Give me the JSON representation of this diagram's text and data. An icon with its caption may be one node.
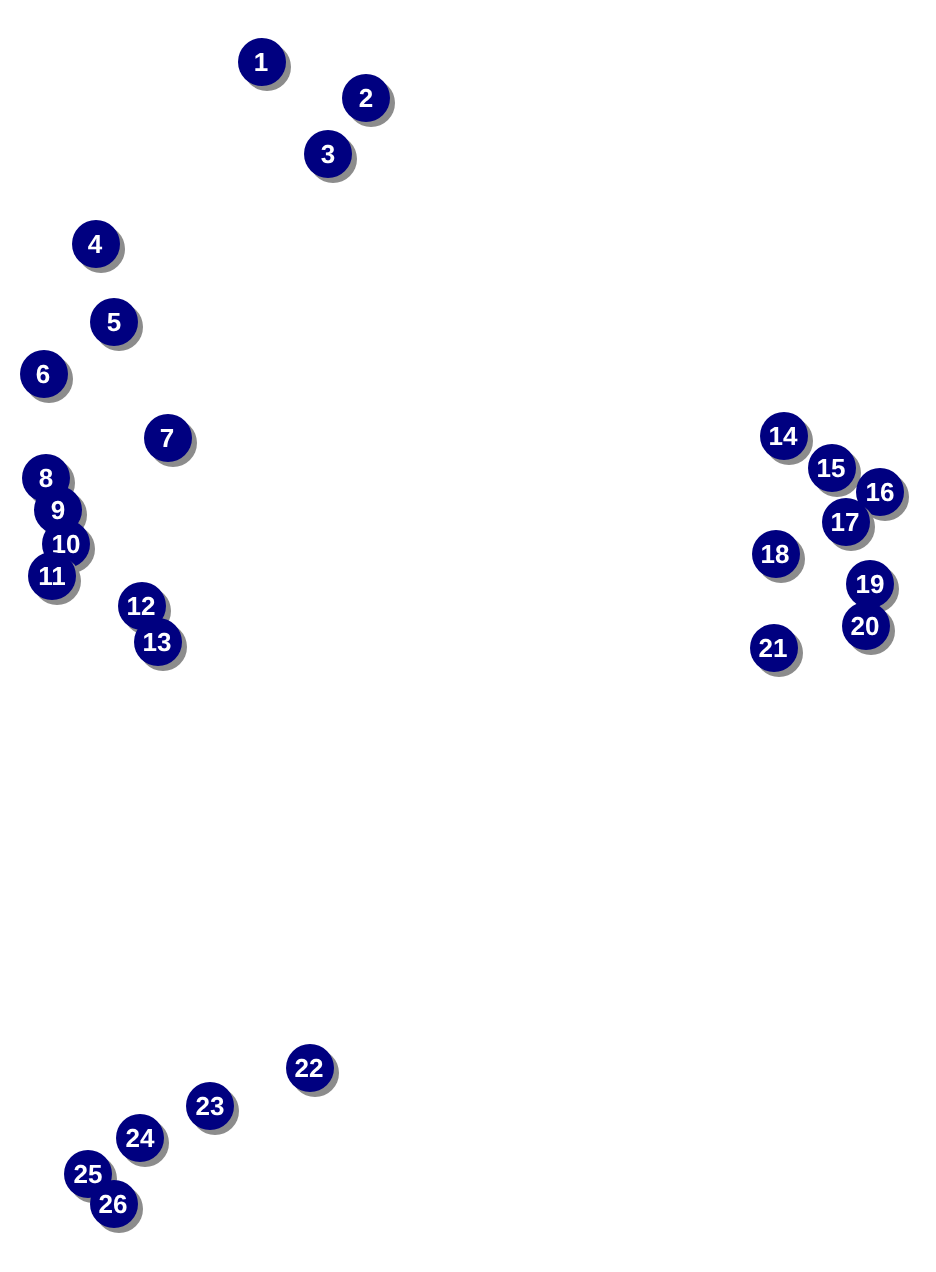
{
  "diagram": {
    "nodes": [
      {
        "text": [
          "1"
        ]
      },
      {
        "text": [
          "2"
        ]
      },
      {
        "text": [
          "3"
        ]
      },
      {
        "text": [
          "4"
        ]
      },
      {
        "text": [
          "5"
        ]
      },
      {
        "text": [
          "6"
        ]
      },
      {
        "text": [
          "7"
        ]
      },
      {
        "text": [
          "8"
        ]
      },
      {
        "text": [
          "9"
        ]
      },
      {
        "text": [
          "10"
        ]
      },
      {
        "text": [
          "11"
        ]
      },
      {
        "text": [
          "12"
        ]
      },
      {
        "text": [
          "13"
        ]
      },
      {
        "text": [
          "14"
        ]
      },
      {
        "text": [
          "15"
        ]
      },
      {
        "text": [
          "16"
        ]
      },
      {
        "text": [
          "17"
        ]
      },
      {
        "text": [
          "18"
        ]
      },
      {
        "text": [
          "19"
        ]
      },
      {
        "text": [
          "20"
        ]
      },
      {
        "text": [
          "21"
        ]
      },
      {
        "text": [
          "22"
        ]
      },
      {
        "text": [
          "23"
        ]
      },
      {
        "text": [
          "24"
        ]
      },
      {
        "text": [
          "25"
        ]
      },
      {
        "text": [
          "26"
        ]
      }
    ]
  }
}
